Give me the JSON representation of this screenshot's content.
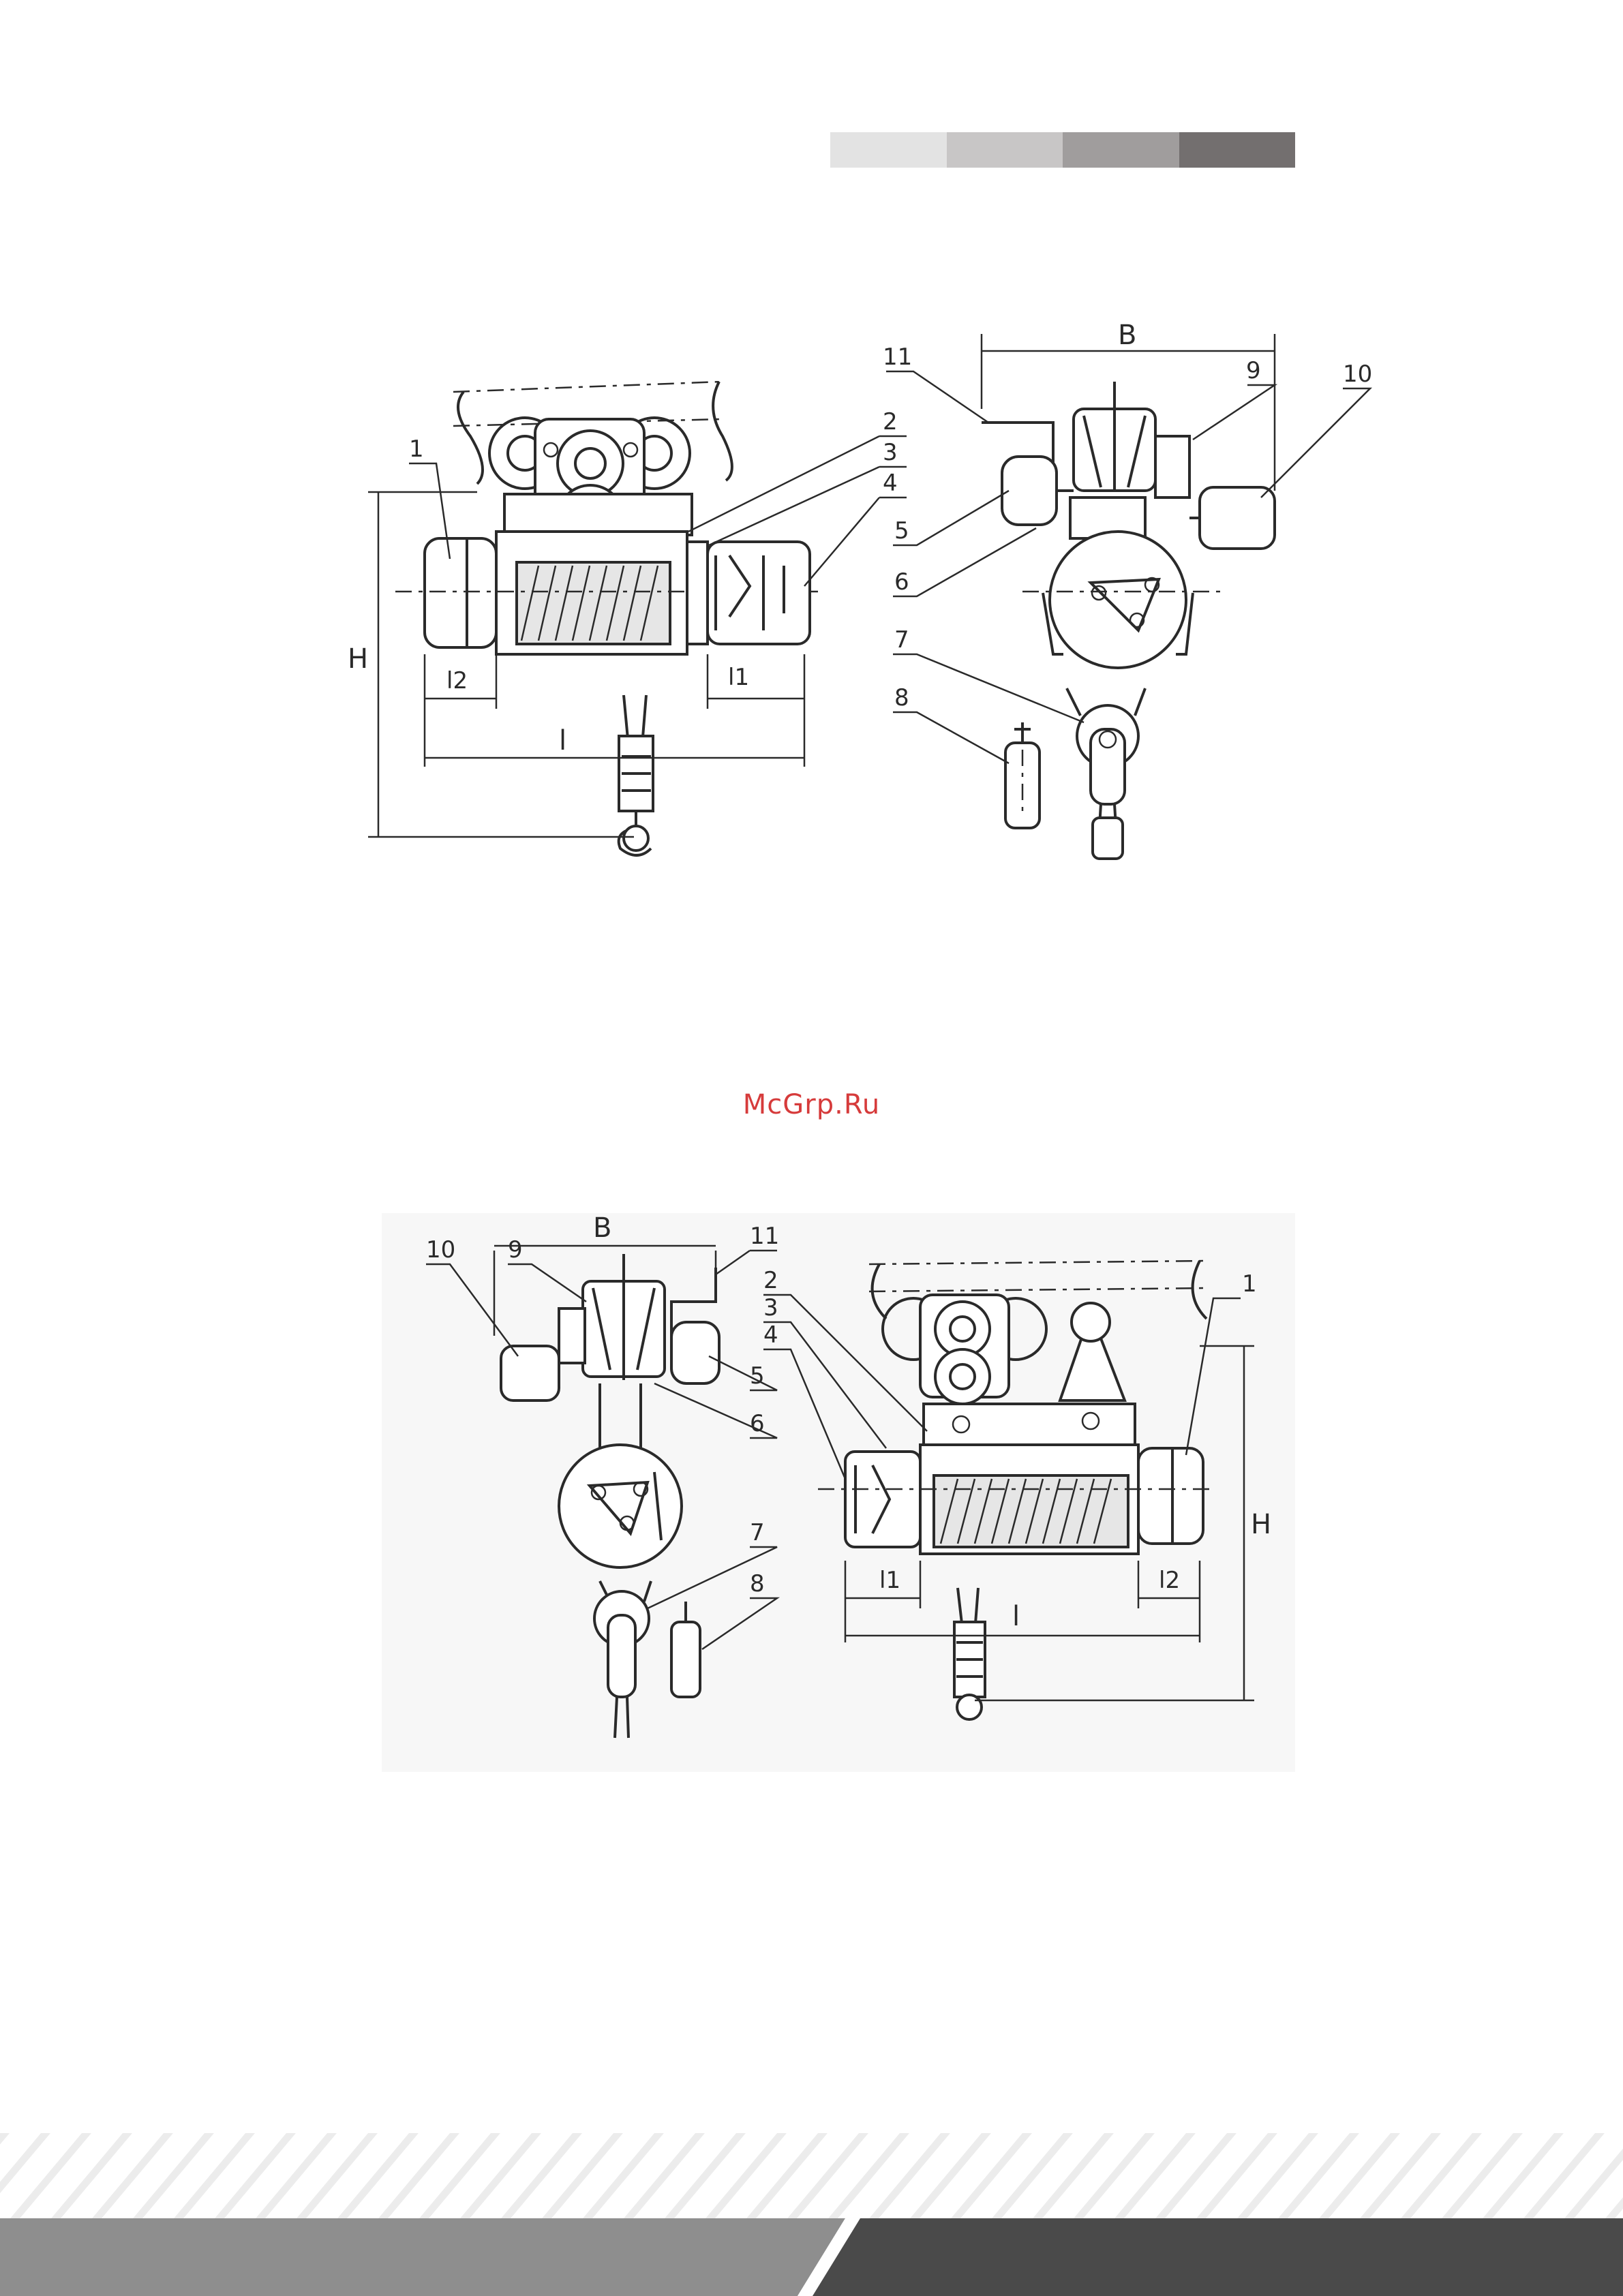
{
  "header": {
    "swatch_colors": [
      "#e3e3e3",
      "#c8c6c6",
      "#a09d9d",
      "#736f6f"
    ]
  },
  "watermark": {
    "text": "McGrp.Ru",
    "color": "#d63b3b"
  },
  "drawing_top": {
    "dimensions": {
      "height": "H",
      "length": "l",
      "end_left": "l2",
      "end_right": "l1",
      "width": "B"
    },
    "callouts": [
      "1",
      "2",
      "3",
      "4",
      "5",
      "6",
      "7",
      "8",
      "9",
      "10",
      "11"
    ]
  },
  "drawing_bottom": {
    "dimensions": {
      "height": "H",
      "length": "l",
      "end_left": "l1",
      "end_right": "l2",
      "width": "B"
    },
    "callouts": [
      "1",
      "2",
      "3",
      "4",
      "5",
      "6",
      "7",
      "8",
      "9",
      "10",
      "11"
    ]
  },
  "footer": {
    "colors": {
      "stripe": "#ececec",
      "band_left": "#8e8e8e",
      "band_right": "#4a4a4a"
    }
  }
}
